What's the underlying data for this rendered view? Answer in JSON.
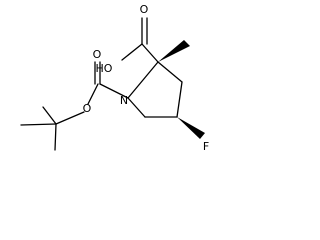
{
  "molecule": {
    "atoms": {
      "carbonyl_oxygen_top": "O",
      "acid_hydroxyl": "HO",
      "carbamate_oxygen_double": "O",
      "carbamate_oxygen_single": "O",
      "ring_nitrogen": "N",
      "fluorine": "F"
    },
    "colors": {
      "bond": "#000000",
      "label": "#000000",
      "background": "#ffffff"
    }
  }
}
